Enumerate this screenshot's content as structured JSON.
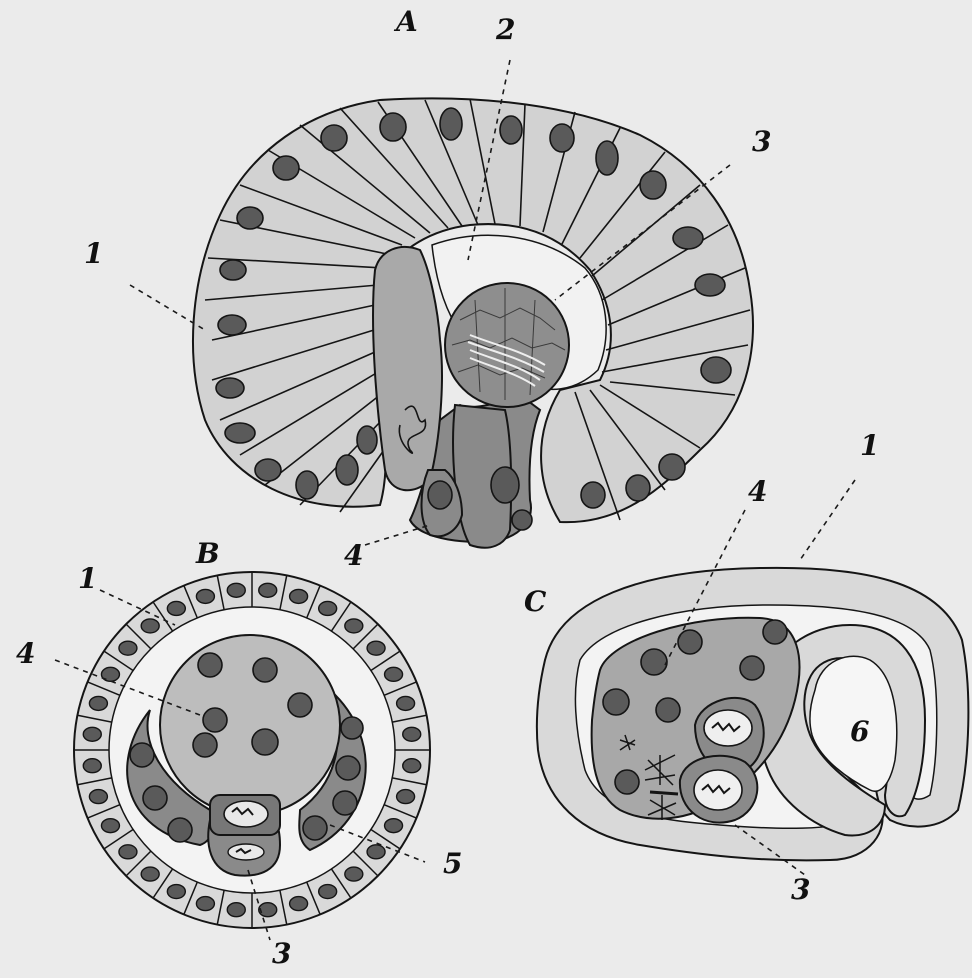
{
  "figure": {
    "panel_labels": {
      "A": "A",
      "B": "B",
      "C": "C"
    },
    "labels": {
      "A_1": "1",
      "A_2": "2",
      "A_3": "3",
      "A_4": "4",
      "B_1": "1",
      "B_4": "4",
      "B_5": "5",
      "B_3": "3",
      "C_1": "1",
      "C_4": "4",
      "C_6": "6",
      "C_3": "3"
    }
  }
}
